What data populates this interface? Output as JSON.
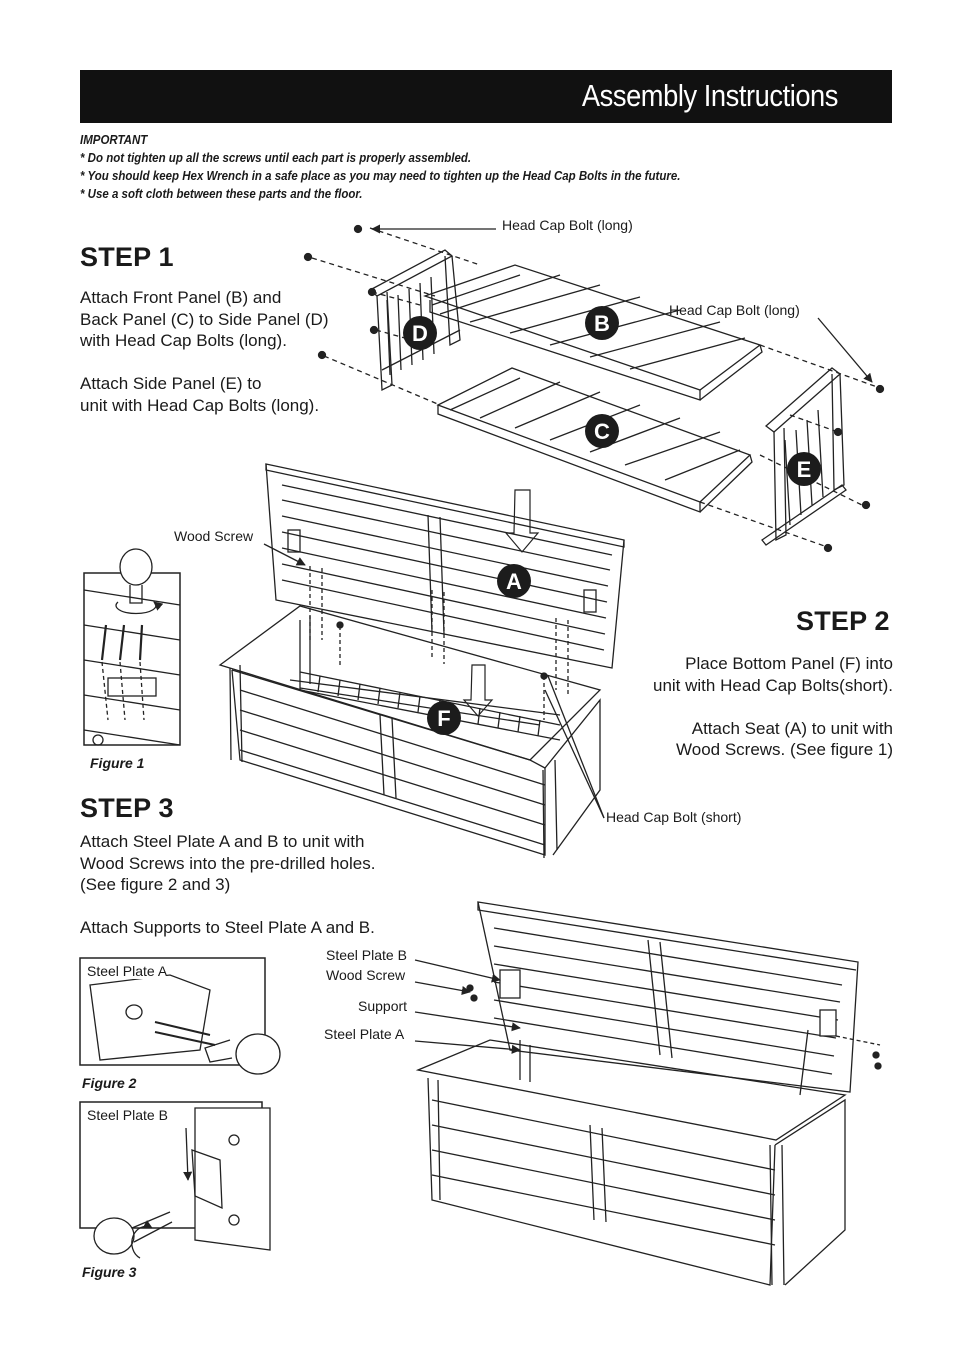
{
  "header": {
    "title": "Assembly Instructions"
  },
  "important": {
    "heading": "IMPORTANT",
    "notes": [
      "* Do not tighten up all the screws until each part is properly assembled.",
      "* You should keep Hex Wrench in a safe place as you may need to tighten up the Head Cap Bolts in the future.",
      "* Use a soft cloth between these parts and the floor."
    ]
  },
  "step1": {
    "title": "STEP 1",
    "para1": [
      "Attach Front Panel (B) and",
      "Back Panel (C) to Side Panel (D)",
      "with Head Cap Bolts (long)."
    ],
    "para2": [
      "Attach Side Panel (E) to",
      "unit with Head Cap Bolts (long)."
    ],
    "callouts": {
      "bolt_long_top": "Head Cap Bolt (long)",
      "bolt_long_right": "Head Cap Bolt (long)"
    },
    "parts": {
      "d": "D",
      "b": "B",
      "c": "C",
      "e": "E"
    }
  },
  "step2": {
    "title": "STEP 2",
    "para1": [
      "Place Bottom Panel (F) into",
      "unit with Head Cap Bolts(short)."
    ],
    "para2": [
      "Attach Seat (A) to unit with",
      "Wood Screws. (See figure 1)"
    ],
    "callouts": {
      "wood_screw": "Wood Screw",
      "bolt_short": "Head Cap Bolt (short)"
    },
    "parts": {
      "a": "A",
      "f": "F"
    },
    "figure1": "Figure 1"
  },
  "step3": {
    "title": "STEP 3",
    "para1": [
      "Attach Steel Plate A and B to unit with",
      "Wood Screws into the pre-drilled holes.",
      "(See figure 2 and 3)"
    ],
    "para2": [
      "Attach Supports to Steel Plate A and B."
    ],
    "callouts": {
      "steel_plate_b": "Steel Plate B",
      "wood_screw": "Wood Screw",
      "support": "Support",
      "steel_plate_a": "Steel Plate A"
    },
    "figure2": {
      "caption": "Figure 2",
      "label": "Steel Plate A"
    },
    "figure3": {
      "caption": "Figure 3",
      "label": "Steel Plate B"
    }
  },
  "colors": {
    "header_bg": "#111111",
    "badge": "#1c1c1c",
    "line": "#222222"
  }
}
